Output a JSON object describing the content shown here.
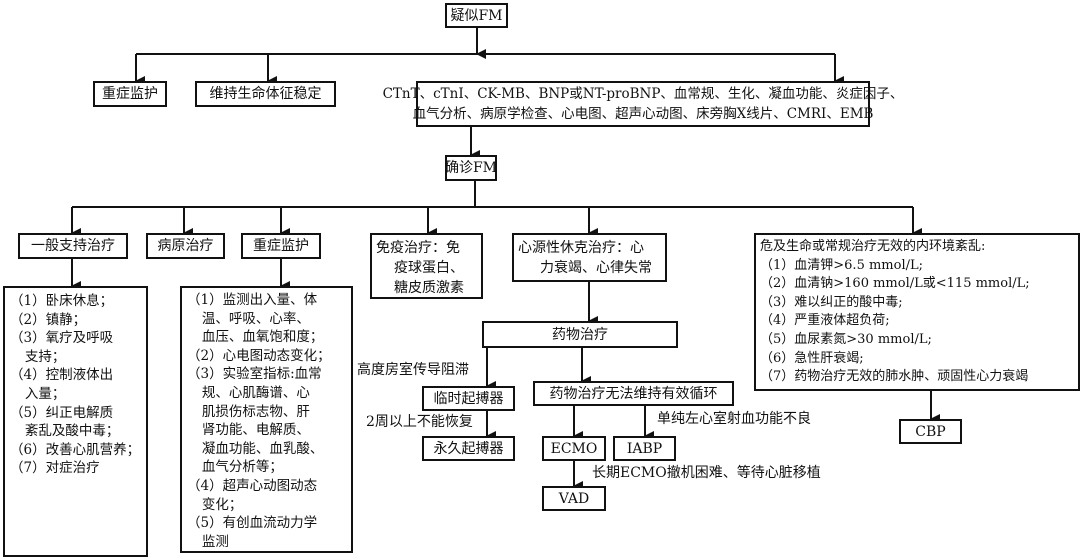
{
  "diagram": {
    "root": "疑似FM",
    "level1": {
      "left1": "重症监护",
      "left2": "维持生命体征稳定",
      "exams_line1": "CTnT、cTnI、CK-MB、BNP或NT-proBNP、血常规、生化、凝血功能、炎症因子、",
      "exams_line2": "血气分析、病原学检查、心电图、超声心动图、床旁胸X线片、CMRI、EMB"
    },
    "diagnosis": "确诊FM",
    "branches": {
      "general_support": {
        "title": "一般支持治疗",
        "items": [
          "（1）卧床休息；",
          "（2）镇静；",
          "（3）氧疗及呼吸",
          "支持；",
          "（4）控制液体出",
          "入量；",
          "（5）纠正电解质",
          "紊乱及酸中毒；",
          "（6）改善心肌营养；",
          "（7）对症治疗"
        ]
      },
      "pathogen": {
        "title": "病原治疗"
      },
      "icu": {
        "title": "重症监护",
        "items": [
          "（1）监测出入量、体",
          "温、呼吸、心率、",
          "血压、血氧饱和度；",
          "（2）心电图动态变化；",
          "（3）实验室指标:血常",
          "规、心肌酶谱、心",
          "肌损伤标志物、肝",
          "肾功能、电解质、",
          "凝血功能、血乳酸、",
          "血气分析等；",
          "（4）超声心动图动态",
          "变化；",
          "（5）有创血流动力学",
          "监测"
        ]
      },
      "immune": {
        "lines": [
          "免疫治疗：免",
          "疫球蛋白、",
          "糖皮质激素"
        ]
      },
      "shock": {
        "lines": [
          "心源性休克治疗：心",
          "力衰竭、心律失常"
        ],
        "drug": "药物治疗",
        "av_block_label": "高度房室传导阻滞",
        "temp_pacer": "临时起搏器",
        "no_recovery_label": "2周以上不能恢复",
        "perm_pacer": "永久起搏器",
        "drug_fail": "药物治疗无法维持有效循环",
        "lv_label": "单纯左心室射血功能不良",
        "ecmo": "ECMO",
        "iabp": "IABP",
        "ecmo_label": "长期ECMO撤机困难、等待心脏移植",
        "vad": "VAD"
      },
      "internal_env": {
        "title": "危及生命或常规治疗无效的内环境紊乱:",
        "items": [
          "（1）血清钾>6.5 mmol/L;",
          "（2）血清钠>160 mmol/L或<115 mmol/L;",
          "（3）难以纠正的酸中毒;",
          "（4）严重液体超负荷;",
          "（5）血尿素氮>30 mmol/L;",
          "（6）急性肝衰竭;",
          "（7）药物治疗无效的肺水肿、顽固性心力衰竭"
        ],
        "cbp": "CBP"
      }
    }
  }
}
